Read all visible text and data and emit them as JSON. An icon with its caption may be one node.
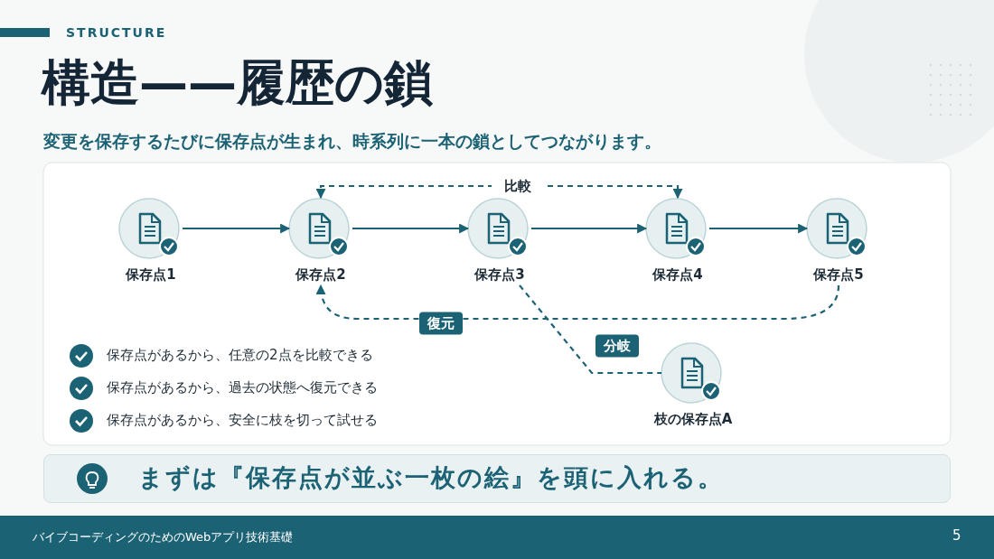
{
  "diagram": {
    "title": "構造——履歴の鎖",
    "nodes": [
      {
        "text": [
          "保存点1"
        ]
      },
      {
        "text": [
          "保存点2"
        ]
      },
      {
        "text": [
          "保存点3"
        ]
      },
      {
        "text": [
          "保存点4"
        ]
      },
      {
        "text": [
          "保存点5"
        ]
      },
      {
        "text": [
          "枝の保存点A"
        ]
      },
      {
        "text": [
          "まずは『保存点が並ぶ一枚の絵』を頭に入れる。"
        ]
      }
    ],
    "edges": [
      {
        "from": 0,
        "to": 1,
        "arrow": "to"
      },
      {
        "from": 1,
        "to": 2,
        "arrow": "to"
      },
      {
        "from": 2,
        "to": 3,
        "arrow": "to"
      },
      {
        "from": 3,
        "to": 4,
        "arrow": "to"
      },
      {
        "from": 1,
        "to": 3,
        "arrow": "both",
        "style": "dashed",
        "label": "比較"
      },
      {
        "from": 4,
        "to": 1,
        "arrow": "to",
        "style": "dashed",
        "label": "復元"
      },
      {
        "from": 2,
        "to": 5,
        "arrow": "none",
        "style": "dashed",
        "label": "分岐"
      }
    ],
    "labels": [
      "STRUCTURE",
      "変更を保存するたびに保存点が生まれ、時系列に一本の鎖としてつながります。",
      "保存点があるから、任意の2点を比較できる",
      "保存点があるから、過去の状態へ復元できる",
      "保存点があるから、安全に枝を切って試せる",
      "バイブコーディングのためのWebアプリ技術基礎",
      "5"
    ]
  }
}
